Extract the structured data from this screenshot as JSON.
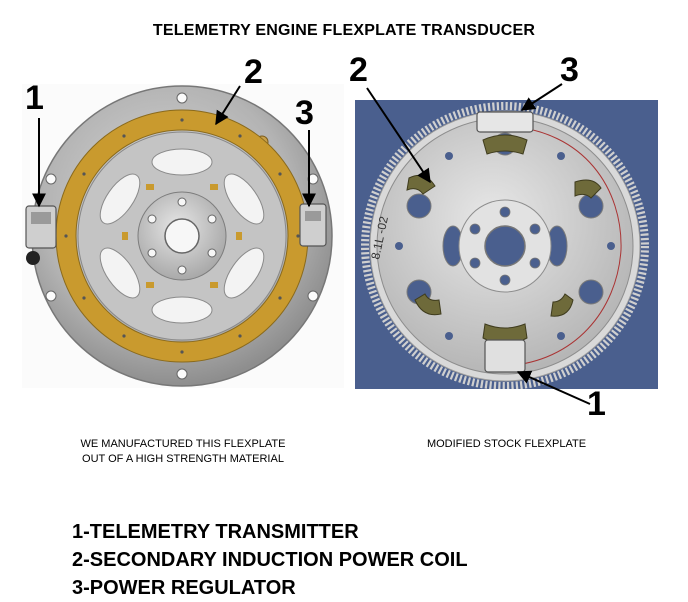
{
  "title": "TELEMETRY ENGINE FLEXPLATE TRANSDUCER",
  "left_panel": {
    "caption_line1": "WE MANUFACTURED THIS FLEXPLATE",
    "caption_line2": "OUT OF A HIGH STRENGTH MATERIAL",
    "plate_marking": ""
  },
  "right_panel": {
    "caption": "MODIFIED STOCK FLEXPLATE",
    "plate_marking": "8.1L -02"
  },
  "callouts": {
    "left_1": "1",
    "left_2": "2",
    "left_3": "3",
    "right_1": "1",
    "right_2": "2",
    "right_3": "3"
  },
  "legend": [
    "1-TELEMETRY TRANSMITTER",
    "2-SECONDARY INDUCTION POWER COIL",
    "3-POWER REGULATOR"
  ],
  "colors": {
    "right_background": "#4a5f8e",
    "coil_gold": "#c99a2e",
    "steel": "#b8b8b8",
    "arrow": "#000000"
  }
}
